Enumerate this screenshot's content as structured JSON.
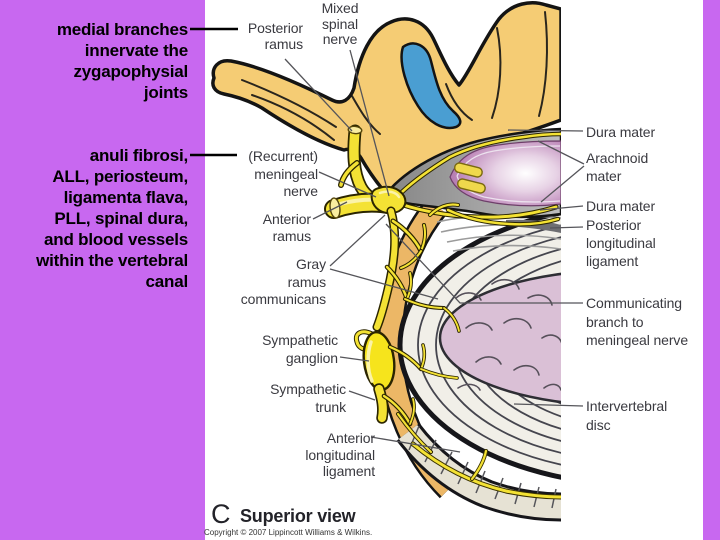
{
  "slide": {
    "background_color": "#C868F0",
    "notes": {
      "medial_branches": {
        "lines": [
          "medial branches",
          "innervate the",
          "zygapophysial",
          "joints"
        ]
      },
      "anuli_fibrosi": {
        "lines": [
          "anuli fibrosi,",
          "ALL, periosteum,",
          "ligamenta flava,",
          "PLL, spinal dura,",
          "and blood vessels",
          "within the vertebral",
          "canal"
        ]
      }
    }
  },
  "figure": {
    "panel_letter": "C",
    "caption": "Superior view",
    "copyright": "Copyright © 2007 Lippincott Williams & Wilkins.",
    "labels": {
      "posterior_ramus": {
        "lines": [
          "Posterior",
          "ramus"
        ]
      },
      "mixed_spinal_nerve": {
        "lines": [
          "Mixed",
          "spinal",
          "nerve"
        ]
      },
      "recurrent_meningeal_nerve": {
        "lines": [
          "(Recurrent)",
          "meningeal",
          "nerve"
        ]
      },
      "anterior_ramus": {
        "lines": [
          "Anterior",
          "ramus"
        ]
      },
      "gray_ramus_communicans": {
        "lines": [
          "Gray",
          "ramus",
          "communicans"
        ]
      },
      "sympathetic_ganglion": {
        "lines": [
          "Sympathetic",
          "ganglion"
        ]
      },
      "sympathetic_trunk": {
        "lines": [
          "Sympathetic",
          "trunk"
        ]
      },
      "anterior_longitudinal_ligament": {
        "lines": [
          "Anterior",
          "longitudinal",
          "ligament"
        ]
      },
      "dura_mater_upper": {
        "lines": [
          "Dura mater"
        ]
      },
      "arachnoid_mater": {
        "lines": [
          "Arachnoid",
          "mater"
        ]
      },
      "dura_mater_lower": {
        "lines": [
          "Dura mater"
        ]
      },
      "posterior_longitudinal_ligament": {
        "lines": [
          "Posterior",
          "longitudinal",
          "ligament"
        ]
      },
      "communicating_branch": {
        "lines": [
          "Communicating",
          "branch to",
          "meningeal nerve"
        ]
      },
      "intervertebral_disc": {
        "lines": [
          "Intervertebral",
          "disc"
        ]
      }
    },
    "colors": {
      "bone": "#F5CC74",
      "facet_cartilage": "#4A9ED2",
      "dura": "#A9A9A9",
      "arachnoid": "#B279AE",
      "nerve": "#F4E234",
      "disc": "#F1EFE8",
      "nucleus": "#DAC0D6",
      "vertebral_body_rim": "#ECB766"
    }
  }
}
